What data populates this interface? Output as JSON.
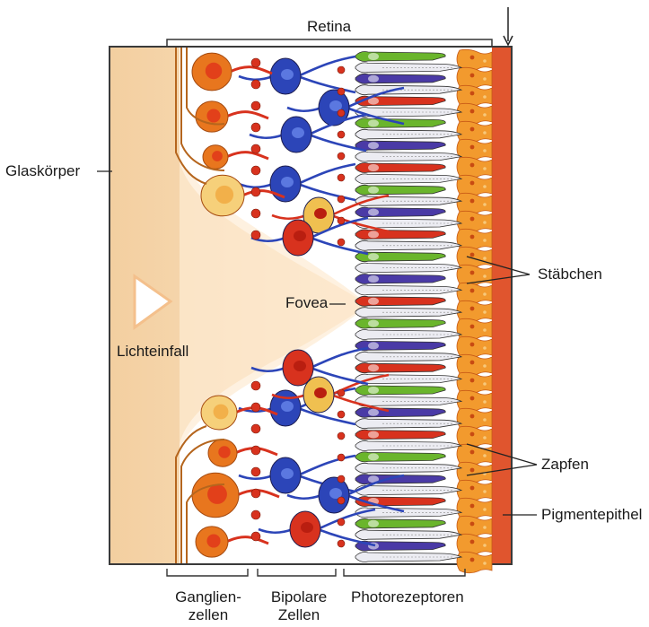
{
  "labels": {
    "retina": "Retina",
    "glaskoerper": "Glaskörper",
    "lichteinfall": "Lichteinfall",
    "fovea": "Fovea",
    "staebchen": "Stäbchen",
    "zapfen": "Zapfen",
    "pigmentepithel": "Pigmentepithel",
    "ganglien_line1": "Ganglien-",
    "ganglien_line2": "zellen",
    "bipolare_line1": "Bipolare",
    "bipolare_line2": "Zellen",
    "photorezeptoren": "Photorezeptoren"
  },
  "colors": {
    "vitreous": "#f7d7ad",
    "vitreous_light": "#fbe6c8",
    "pigment_band": "#e0552e",
    "pigment_cells": "#f29a2e",
    "ganglion_cell": "#e8761e",
    "bipolar_cell": "#2c45b8",
    "cone_red": "#d8321e",
    "cone_green": "#6ab52c",
    "cone_blue": "#4a3aa6",
    "rod": "#c9c9d6",
    "axon": "#b5651d",
    "outline": "#222222"
  }
}
